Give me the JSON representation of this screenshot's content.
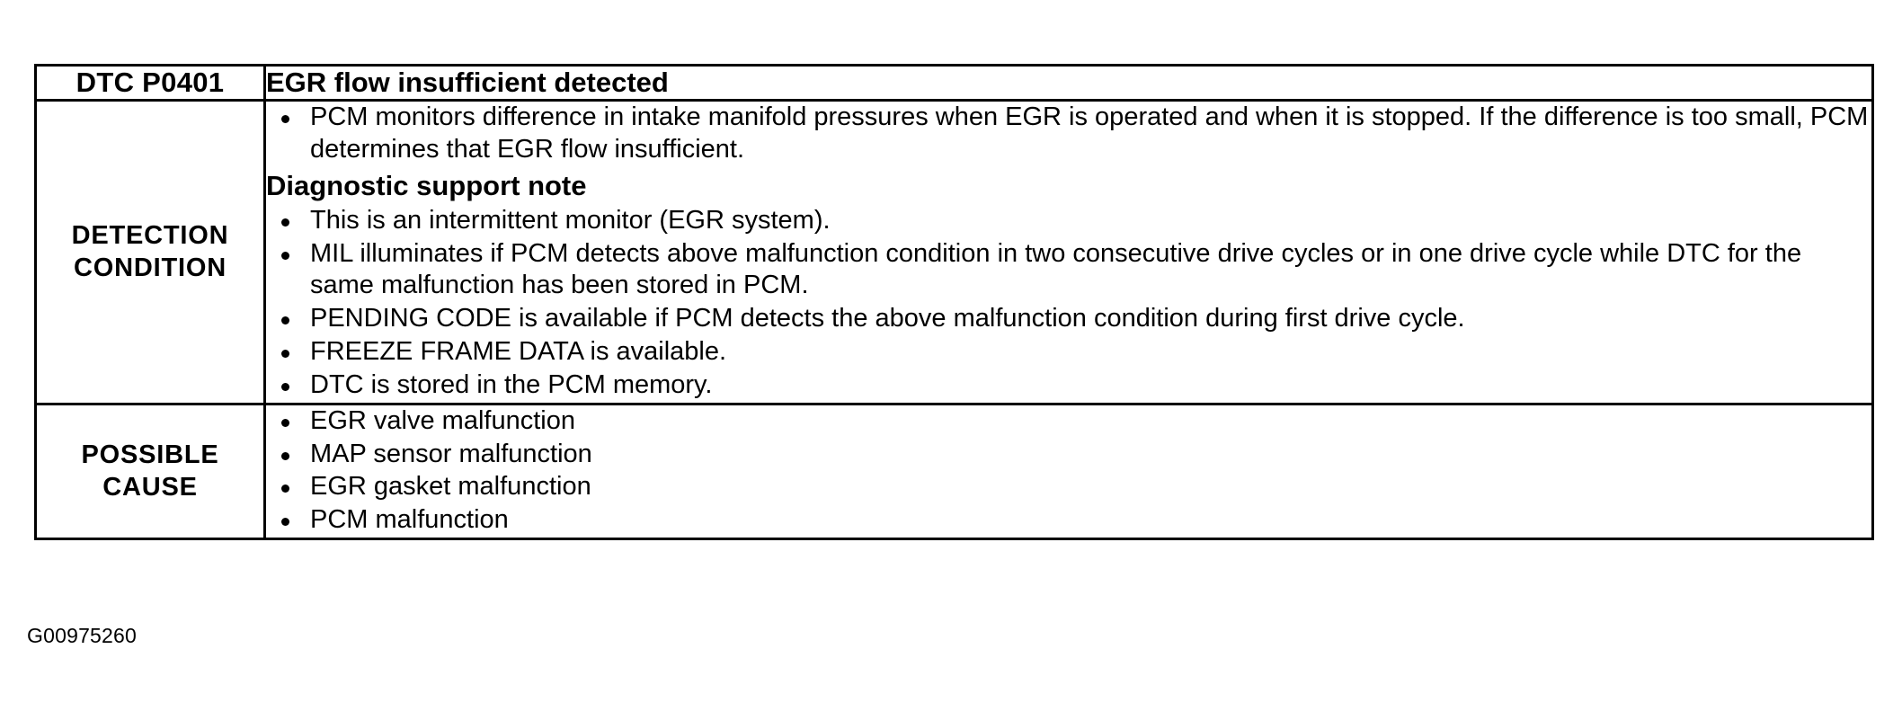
{
  "document": {
    "caption": "G00975260"
  },
  "table": {
    "header": {
      "code_label": "DTC P0401",
      "description": "EGR flow insufficient detected"
    },
    "rows": [
      {
        "label": "DETECTION\nCONDITION",
        "label_line1": "DETECTION",
        "label_line2": "CONDITION",
        "blocks": [
          {
            "type": "bullets",
            "items": [
              "PCM monitors difference in intake manifold pressures when EGR is operated and when it is stopped. If the difference is too small, PCM determines that EGR flow insufficient."
            ]
          },
          {
            "type": "heading",
            "text": "Diagnostic support note"
          },
          {
            "type": "bullets",
            "items": [
              "This is an intermittent monitor (EGR system).",
              "MIL illuminates if PCM detects above malfunction condition in two consecutive drive cycles or in one drive cycle while DTC for the same malfunction has been stored in PCM.",
              "PENDING CODE is available if PCM detects the above malfunction condition during first drive cycle.",
              "FREEZE FRAME DATA is available.",
              "DTC is stored in the PCM memory."
            ]
          }
        ]
      },
      {
        "label": "POSSIBLE\nCAUSE",
        "label_line1": "POSSIBLE",
        "label_line2": "CAUSE",
        "blocks": [
          {
            "type": "bullets",
            "items": [
              "EGR valve malfunction",
              "MAP sensor malfunction",
              "EGR gasket malfunction",
              "PCM malfunction"
            ]
          }
        ]
      }
    ]
  }
}
